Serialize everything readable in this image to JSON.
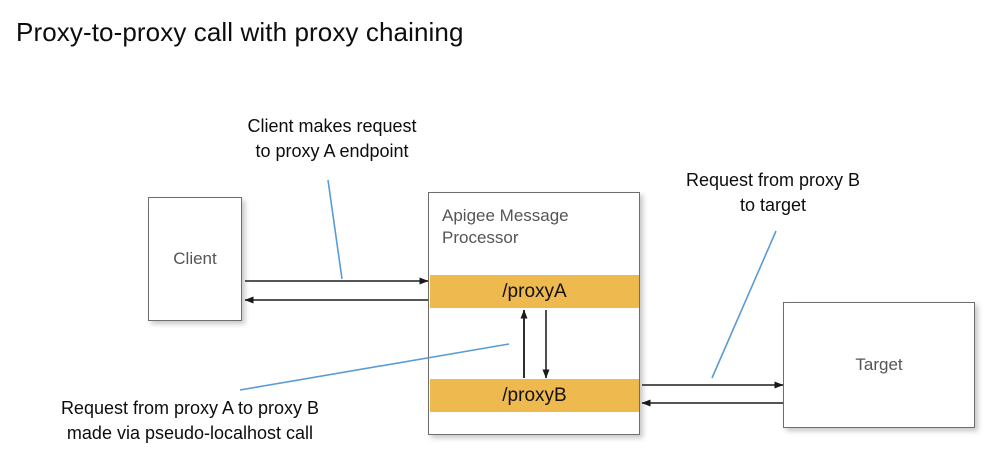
{
  "title": "Proxy-to-proxy call with proxy chaining",
  "nodes": {
    "client": {
      "label": "Client"
    },
    "message_processor": {
      "label": "Apigee Message\nProcessor"
    },
    "proxy_a": {
      "label": "/proxyA"
    },
    "proxy_b": {
      "label": "/proxyB"
    },
    "target": {
      "label": "Target"
    }
  },
  "annotations": {
    "client_request": "Client makes request\nto proxy A endpoint",
    "target_request": "Request from proxy B\nto target",
    "chaining_request": "Request from proxy A to proxy B\nmade via pseudo-localhost call"
  },
  "flows": [
    {
      "name": "client-to-proxya-request",
      "from": "client",
      "to": "proxy_a",
      "direction": "right"
    },
    {
      "name": "proxya-to-client-response",
      "from": "proxy_a",
      "to": "client",
      "direction": "left"
    },
    {
      "name": "proxyb-to-proxya-response",
      "from": "proxy_b",
      "to": "proxy_a",
      "direction": "up"
    },
    {
      "name": "proxya-to-proxyb-request",
      "from": "proxy_a",
      "to": "proxy_b",
      "direction": "down"
    },
    {
      "name": "proxyb-to-target-request",
      "from": "proxy_b",
      "to": "target",
      "direction": "right"
    },
    {
      "name": "target-to-proxyb-response",
      "from": "target",
      "to": "proxy_b",
      "direction": "left"
    }
  ],
  "colors": {
    "proxy_band": "#eeb94f",
    "box_border": "#6e6e6e",
    "box_label_text": "#555555",
    "leader_line": "#5b9bd5",
    "arrow": "#1a1a1a",
    "title_text": "#0d0d0d",
    "background": "#ffffff"
  }
}
